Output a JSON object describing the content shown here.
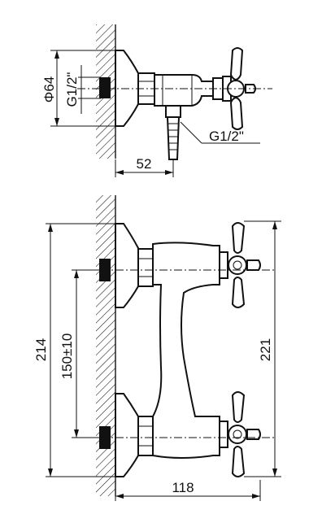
{
  "top_view": {
    "diameter_label": "Φ64",
    "inlet_thread_label": "G1/2\"",
    "outlet_thread_label": "G1/2\"",
    "depth_label": "52"
  },
  "front_view": {
    "total_height_label": "214",
    "inlet_spacing_label": "150±10",
    "handle_height_label": "221",
    "width_label": "118"
  }
}
